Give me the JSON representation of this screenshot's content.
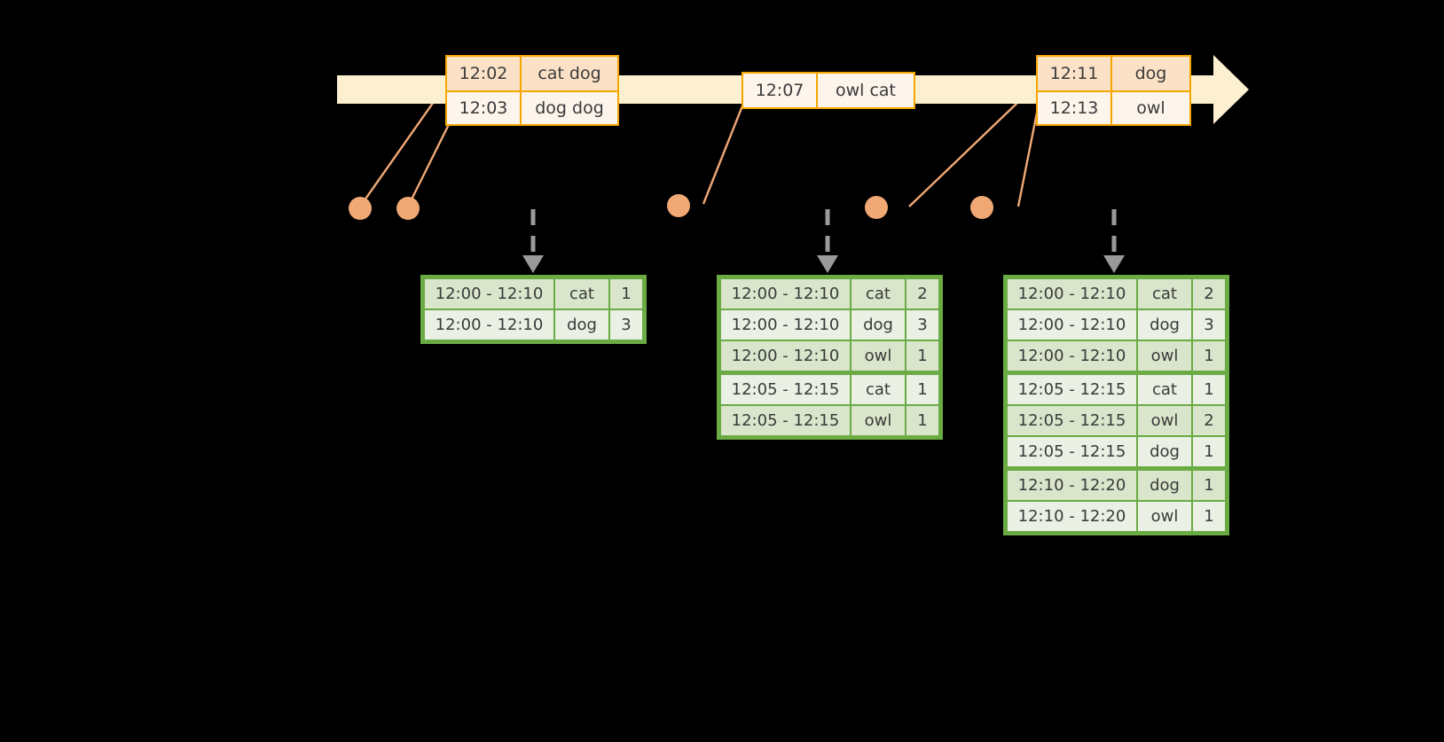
{
  "diagram": {
    "title": "sliding-window-word-count-timeline",
    "colors": {
      "timeline_fill": "#fdf0d0",
      "event_border": "#f5a700",
      "event_fill_dark": "#fbe1c6",
      "event_fill_light": "#fdf4ec",
      "table_border": "#6aab44",
      "table_fill_dark": "#d9e6cb",
      "table_fill_light": "#eaf0e4",
      "connector": "#f0a875",
      "dashed_arrow": "#9a9a9a",
      "background": "#000000"
    }
  },
  "timeline": {
    "events": [
      {
        "id": "event-group-1",
        "rows": [
          {
            "time": "12:02",
            "value": "cat dog"
          },
          {
            "time": "12:03",
            "value": "dog dog"
          }
        ]
      },
      {
        "id": "event-group-2",
        "rows": [
          {
            "time": "12:07",
            "value": "owl cat"
          }
        ]
      },
      {
        "id": "event-group-3",
        "rows": [
          {
            "time": "12:11",
            "value": "dog"
          },
          {
            "time": "12:13",
            "value": "owl"
          }
        ]
      }
    ]
  },
  "results": [
    {
      "id": "result-table-1",
      "rows": [
        {
          "range": "12:00 - 12:10",
          "word": "cat",
          "count": "1",
          "group": 1
        },
        {
          "range": "12:00 - 12:10",
          "word": "dog",
          "count": "3",
          "group": 1
        }
      ]
    },
    {
      "id": "result-table-2",
      "rows": [
        {
          "range": "12:00 - 12:10",
          "word": "cat",
          "count": "2",
          "group": 1
        },
        {
          "range": "12:00 - 12:10",
          "word": "dog",
          "count": "3",
          "group": 1
        },
        {
          "range": "12:00 - 12:10",
          "word": "owl",
          "count": "1",
          "group": 1
        },
        {
          "range": "12:05 - 12:15",
          "word": "cat",
          "count": "1",
          "group": 2
        },
        {
          "range": "12:05 - 12:15",
          "word": "owl",
          "count": "1",
          "group": 2
        }
      ]
    },
    {
      "id": "result-table-3",
      "rows": [
        {
          "range": "12:00 - 12:10",
          "word": "cat",
          "count": "2",
          "group": 1
        },
        {
          "range": "12:00 - 12:10",
          "word": "dog",
          "count": "3",
          "group": 1
        },
        {
          "range": "12:00 - 12:10",
          "word": "owl",
          "count": "1",
          "group": 1
        },
        {
          "range": "12:05 - 12:15",
          "word": "cat",
          "count": "1",
          "group": 2
        },
        {
          "range": "12:05 - 12:15",
          "word": "owl",
          "count": "2",
          "group": 2
        },
        {
          "range": "12:05 - 12:15",
          "word": "dog",
          "count": "1",
          "group": 2
        },
        {
          "range": "12:10 - 12:20",
          "word": "dog",
          "count": "1",
          "group": 3
        },
        {
          "range": "12:10 - 12:20",
          "word": "owl",
          "count": "1",
          "group": 3
        }
      ]
    }
  ]
}
